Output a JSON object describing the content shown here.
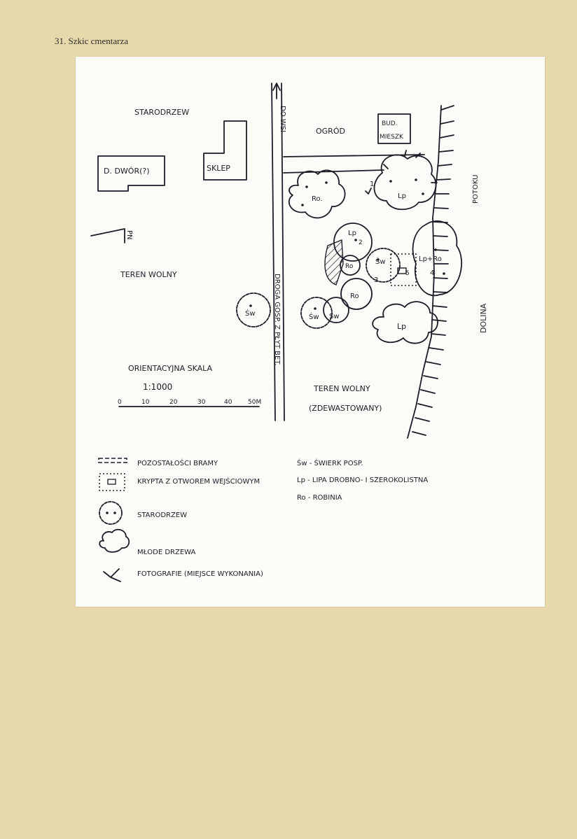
{
  "caption": "31. Szkic cmentarza",
  "map": {
    "starodrzew_top": "STARODRZEW",
    "dwor": "D. DWÓR(?)",
    "sklep": "SKLEP",
    "do_wsi": "DO WSI",
    "ogrod": "OGRÓD",
    "bud_line1": "BUD.",
    "bud_line2": "MIESZK",
    "potoku": "POTOKU",
    "dolina": "DOLINA",
    "teren_wolny_left": "TEREN WOLNY",
    "teren_wolny_right": "TEREN WOLNY",
    "zdewastowany": "(ZDEWASTOWANY)",
    "droga": "DROGA GOSP. Z PŁYT BET.",
    "north": "PN",
    "trees": {
      "ro_top": "Ro.",
      "lp_top": "Lp",
      "lp_mid": "Lp",
      "ro_mid": "Ro",
      "sw_mid": "Św",
      "lp_ro": "Lp+Ro",
      "sw_left": "Św",
      "sw_a": "Św",
      "sw_b": "Św",
      "lp_bottom": "Lp",
      "ro_small": "Ro",
      "cross_1": "1"
    },
    "photo_numbers": [
      "1",
      "2",
      "3",
      "4",
      "5"
    ]
  },
  "scale": {
    "title": "ORIENTACYJNA SKALA",
    "ratio": "1:1000",
    "ticks": [
      "0",
      "10",
      "20",
      "30",
      "40",
      "50M"
    ]
  },
  "legend": {
    "items": [
      "POZOSTAŁOŚCI BRAMY",
      "KRYPTA Z OTWOREM WEJŚCIOWYM",
      "STARODRZEW",
      "MŁODE DRZEWA",
      "FOTOGRAFIE (MIEJSCE WYKONANIA)"
    ],
    "species": [
      "Św - ŚWIERK POSP.",
      "Lp - LIPA DROBNO- I SZEROKOLISTNA",
      "Ro - ROBINIA"
    ]
  }
}
